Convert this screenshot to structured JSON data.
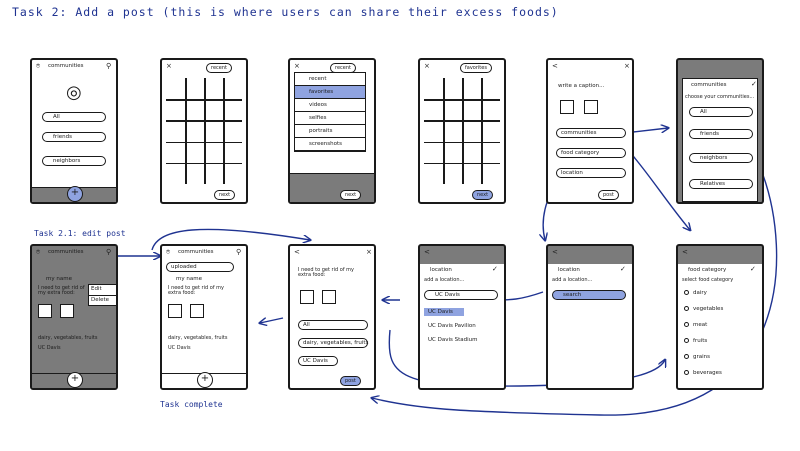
{
  "title": "Task 2: Add a post (this is where users can share their excess foods)",
  "edit_label": "Task 2.1: edit post",
  "complete_label": "Task complete",
  "s1": {
    "header": "communities",
    "items": [
      "All",
      "friends",
      "neighbors"
    ]
  },
  "s2": {
    "dropdown": "recent"
  },
  "s3": {
    "dropdown": "recent",
    "options": [
      "recent",
      "favorites",
      "videos",
      "selfies",
      "portraits",
      "screenshots"
    ],
    "selected": "favorites",
    "next": "next"
  },
  "s4": {
    "dropdown": "favorites",
    "next": "next"
  },
  "s5": {
    "caption": "write a caption...",
    "rows": [
      "communities",
      "food category",
      "location"
    ],
    "post": "post"
  },
  "s6": {
    "header": "communities",
    "sub": "choose your communities...",
    "items": [
      "All",
      "friends",
      "neighbors",
      "Relatives"
    ]
  },
  "s7": {
    "header": "food category",
    "sub": "select food category",
    "items": [
      "dairy",
      "vegetables",
      "meat",
      "fruits",
      "grains",
      "beverages"
    ]
  },
  "s8": {
    "header": "location",
    "sub": "add a location...",
    "search": "search"
  },
  "s9": {
    "header": "location",
    "sub": "add a location...",
    "query": "UC Davis",
    "results": [
      "UC Davis",
      "UC Davis Pavilion",
      "UC Davis Stadium"
    ]
  },
  "s10": {
    "caption": "I need to get rid of my extra food:",
    "rows": [
      "All",
      "dairy, vegetables, fruits",
      "UC Davis"
    ],
    "post": "post"
  },
  "s11": {
    "header": "communities",
    "banner": "uploaded",
    "name": "my name",
    "caption": "I need to get rid of my extra food:",
    "tags": "dairy, vegetables, fruits",
    "place": "UC Davis"
  },
  "s12": {
    "header": "communities",
    "name": "my name",
    "caption": "I need to get rid of my extra food:",
    "tags": "dairy, vegetables, fruits",
    "place": "UC Davis",
    "edit": "Edit",
    "delete": "Delete"
  }
}
